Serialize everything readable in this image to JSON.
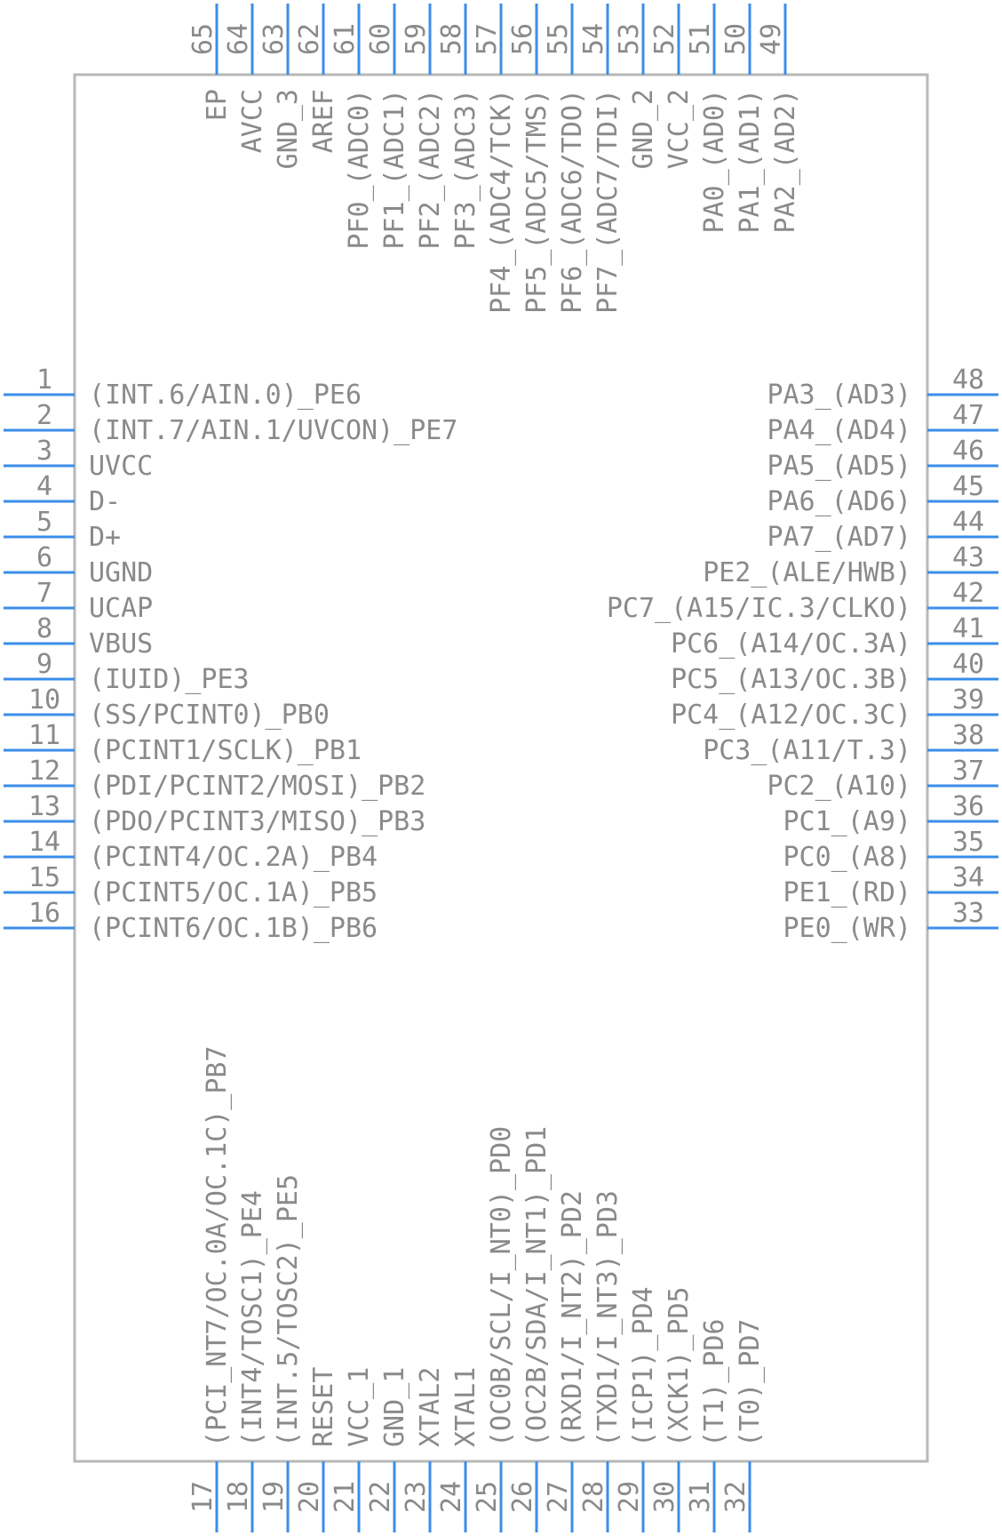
{
  "component": {
    "colors": {
      "pin": "#3b8eea",
      "body": "#b8b8b8",
      "text": "#8a8a8a"
    },
    "left_pins": [
      {
        "num": "1",
        "label": "(INT.6/AIN.0)_PE6"
      },
      {
        "num": "2",
        "label": "(INT.7/AIN.1/UVCON)_PE7"
      },
      {
        "num": "3",
        "label": "UVCC"
      },
      {
        "num": "4",
        "label": "D-"
      },
      {
        "num": "5",
        "label": "D+"
      },
      {
        "num": "6",
        "label": "UGND"
      },
      {
        "num": "7",
        "label": "UCAP"
      },
      {
        "num": "8",
        "label": "VBUS"
      },
      {
        "num": "9",
        "label": "(IUID)_PE3"
      },
      {
        "num": "10",
        "label": "(SS/PCINT0)_PB0"
      },
      {
        "num": "11",
        "label": "(PCINT1/SCLK)_PB1"
      },
      {
        "num": "12",
        "label": "(PDI/PCINT2/MOSI)_PB2"
      },
      {
        "num": "13",
        "label": "(PDO/PCINT3/MISO)_PB3"
      },
      {
        "num": "14",
        "label": "(PCINT4/OC.2A)_PB4"
      },
      {
        "num": "15",
        "label": "(PCINT5/OC.1A)_PB5"
      },
      {
        "num": "16",
        "label": "(PCINT6/OC.1B)_PB6"
      }
    ],
    "right_pins": [
      {
        "num": "48",
        "label": "PA3_(AD3)"
      },
      {
        "num": "47",
        "label": "PA4_(AD4)"
      },
      {
        "num": "46",
        "label": "PA5_(AD5)"
      },
      {
        "num": "45",
        "label": "PA6_(AD6)"
      },
      {
        "num": "44",
        "label": "PA7_(AD7)"
      },
      {
        "num": "43",
        "label": "PE2_(ALE/HWB)"
      },
      {
        "num": "42",
        "label": "PC7_(A15/IC.3/CLKO)"
      },
      {
        "num": "41",
        "label": "PC6_(A14/OC.3A)"
      },
      {
        "num": "40",
        "label": "PC5_(A13/OC.3B)"
      },
      {
        "num": "39",
        "label": "PC4_(A12/OC.3C)"
      },
      {
        "num": "38",
        "label": "PC3_(A11/T.3)"
      },
      {
        "num": "37",
        "label": "PC2_(A10)"
      },
      {
        "num": "36",
        "label": "PC1_(A9)"
      },
      {
        "num": "35",
        "label": "PC0_(A8)"
      },
      {
        "num": "34",
        "label": "PE1_(RD)"
      },
      {
        "num": "33",
        "label": "PE0_(WR)"
      }
    ],
    "top_pins": [
      {
        "num": "65",
        "label": "EP"
      },
      {
        "num": "64",
        "label": "AVCC"
      },
      {
        "num": "63",
        "label": "GND_3"
      },
      {
        "num": "62",
        "label": "AREF"
      },
      {
        "num": "61",
        "label": "PF0_(ADC0)"
      },
      {
        "num": "60",
        "label": "PF1_(ADC1)"
      },
      {
        "num": "59",
        "label": "PF2_(ADC2)"
      },
      {
        "num": "58",
        "label": "PF3_(ADC3)"
      },
      {
        "num": "57",
        "label": "PF4_(ADC4/TCK)"
      },
      {
        "num": "56",
        "label": "PF5_(ADC5/TMS)"
      },
      {
        "num": "55",
        "label": "PF6_(ADC6/TDO)"
      },
      {
        "num": "54",
        "label": "PF7_(ADC7/TDI)"
      },
      {
        "num": "53",
        "label": "GND_2"
      },
      {
        "num": "52",
        "label": "VCC_2"
      },
      {
        "num": "51",
        "label": "PA0_(AD0)"
      },
      {
        "num": "50",
        "label": "PA1_(AD1)"
      },
      {
        "num": "49",
        "label": "PA2_(AD2)"
      }
    ],
    "bottom_pins": [
      {
        "num": "17",
        "label": "(PCI_NT7/OC.0A/OC.1C)_PB7"
      },
      {
        "num": "18",
        "label": "(INT4/TOSC1)_PE4"
      },
      {
        "num": "19",
        "label": "(INT.5/TOSC2)_PE5"
      },
      {
        "num": "20",
        "label": "RESET"
      },
      {
        "num": "21",
        "label": "VCC_1"
      },
      {
        "num": "22",
        "label": "GND_1"
      },
      {
        "num": "23",
        "label": "XTAL2"
      },
      {
        "num": "24",
        "label": "XTAL1"
      },
      {
        "num": "25",
        "label": "(OC0B/SCL/I_NT0)_PD0"
      },
      {
        "num": "26",
        "label": "(OC2B/SDA/I_NT1)_PD1"
      },
      {
        "num": "27",
        "label": "(RXD1/I_NT2)_PD2"
      },
      {
        "num": "28",
        "label": "(TXD1/I_NT3)_PD3"
      },
      {
        "num": "29",
        "label": "(ICP1)_PD4"
      },
      {
        "num": "30",
        "label": "(XCK1)_PD5"
      },
      {
        "num": "31",
        "label": "(T1)_PD6"
      },
      {
        "num": "32",
        "label": "(T0)_PD7"
      }
    ]
  }
}
